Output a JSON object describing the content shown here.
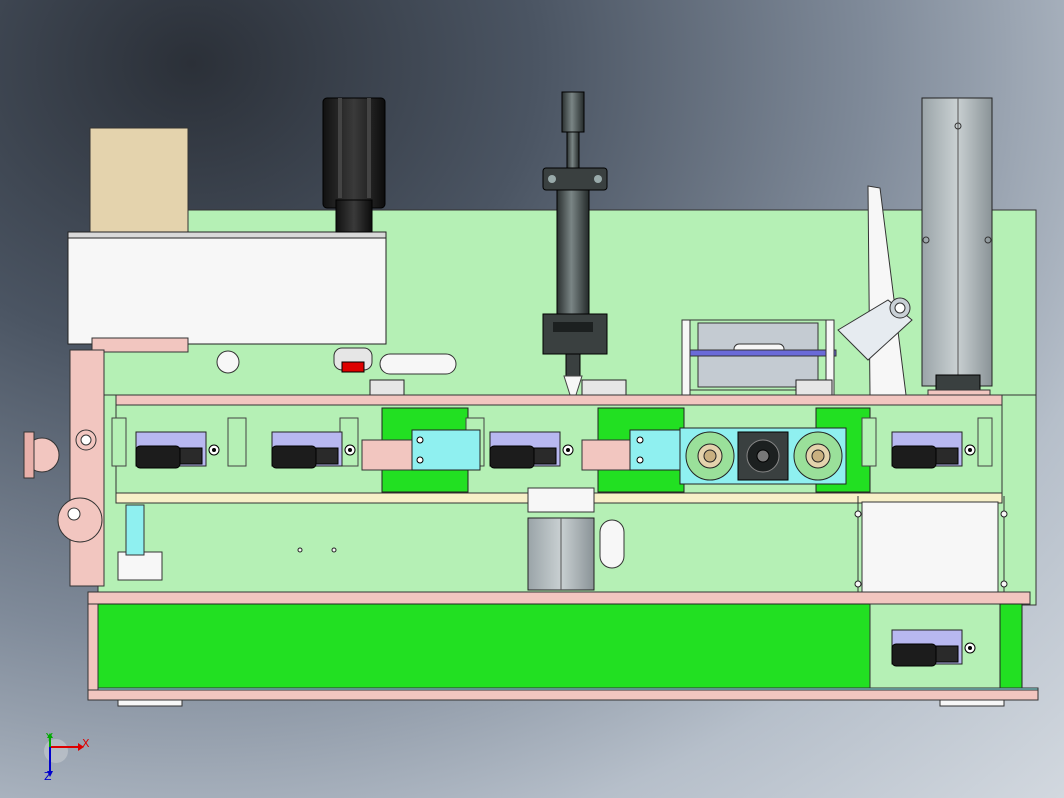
{
  "triad": {
    "x_label": "X",
    "y_label": "Y",
    "z_label": "Z"
  },
  "colors": {
    "plate_green": "#b5f0b5",
    "bright_green": "#22e022",
    "pink": "#f2c6c0",
    "cyan": "#8ff0f0",
    "motor_lavender": "#b8b8f0",
    "motor_black": "#1c1c1c",
    "white": "#f7f7f7",
    "beige": "#e4d3ad",
    "grey_cylinder": "#505a5a",
    "background": "#7f8a99"
  },
  "icons": [
    "coordinate-triad-icon"
  ]
}
